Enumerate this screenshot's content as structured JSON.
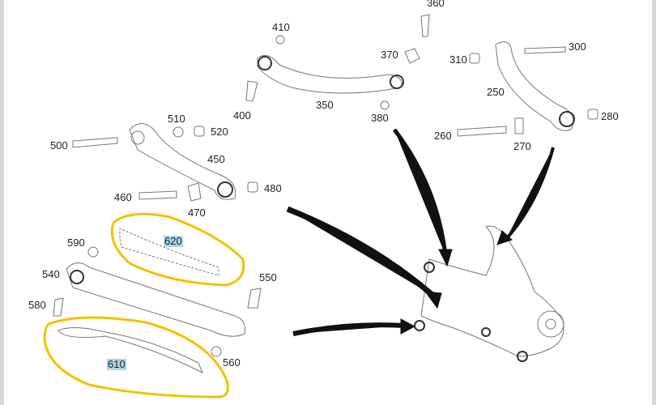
{
  "labels": {
    "l410": "410",
    "l360": "360",
    "l370": "370",
    "l310": "310",
    "l300": "300",
    "l400": "400",
    "l350": "350",
    "l380": "380",
    "l250": "250",
    "l280": "280",
    "l510": "510",
    "l520": "520",
    "l500": "500",
    "l450": "450",
    "l260": "260",
    "l270": "270",
    "l460": "460",
    "l480": "480",
    "l470": "470",
    "l590": "590",
    "l620": "620",
    "l540": "540",
    "l550": "550",
    "l580": "580",
    "l610": "610",
    "l560": "560"
  },
  "highlighted_parts": [
    "620",
    "610"
  ],
  "colors": {
    "highlight_outline": "#f2c200",
    "label_highlight": "#a9d6ea",
    "arrow": "#111111",
    "line": "#777777"
  }
}
